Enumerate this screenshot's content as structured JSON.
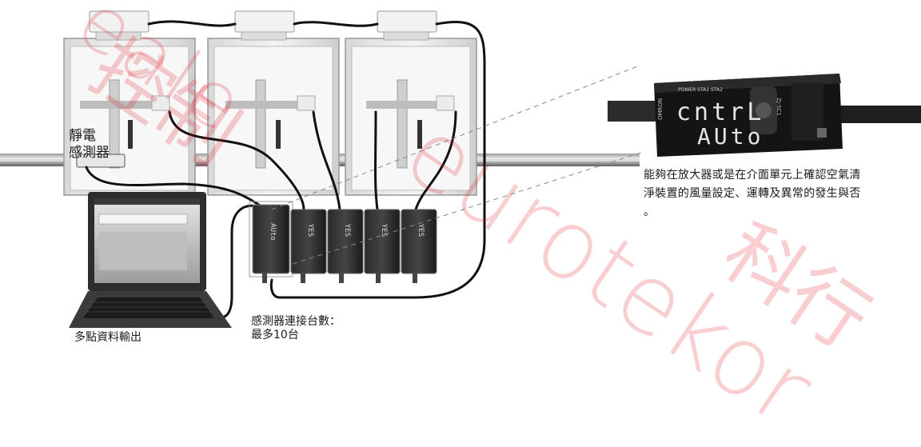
{
  "labels": {
    "sensor": [
      "靜電",
      "感測器"
    ],
    "note": [
      "能夠在放大器或是在介面單元上確認空氣清",
      "淨裝置的風量設定、運轉及異常的發生與否",
      "。"
    ],
    "pc_output": "多點資料輸出",
    "connect_count": [
      "感測器連接台數：",
      "最多10台"
    ]
  },
  "amplifier_display": {
    "top_row": "POWER  STA1  STA2",
    "line1": "cntrL",
    "line2": "AUto",
    "brand": "OMRON",
    "side_text": "ZJ-SC1"
  },
  "small_amp_text": [
    "AUto",
    "YES",
    "YES",
    "YES",
    "YES"
  ],
  "watermark": [
    "eale",
    "控制",
    "科行",
    "eurotekor"
  ],
  "colors": {
    "watermark": "#e11e2d",
    "cable": "#111111",
    "dash": "#888888"
  }
}
